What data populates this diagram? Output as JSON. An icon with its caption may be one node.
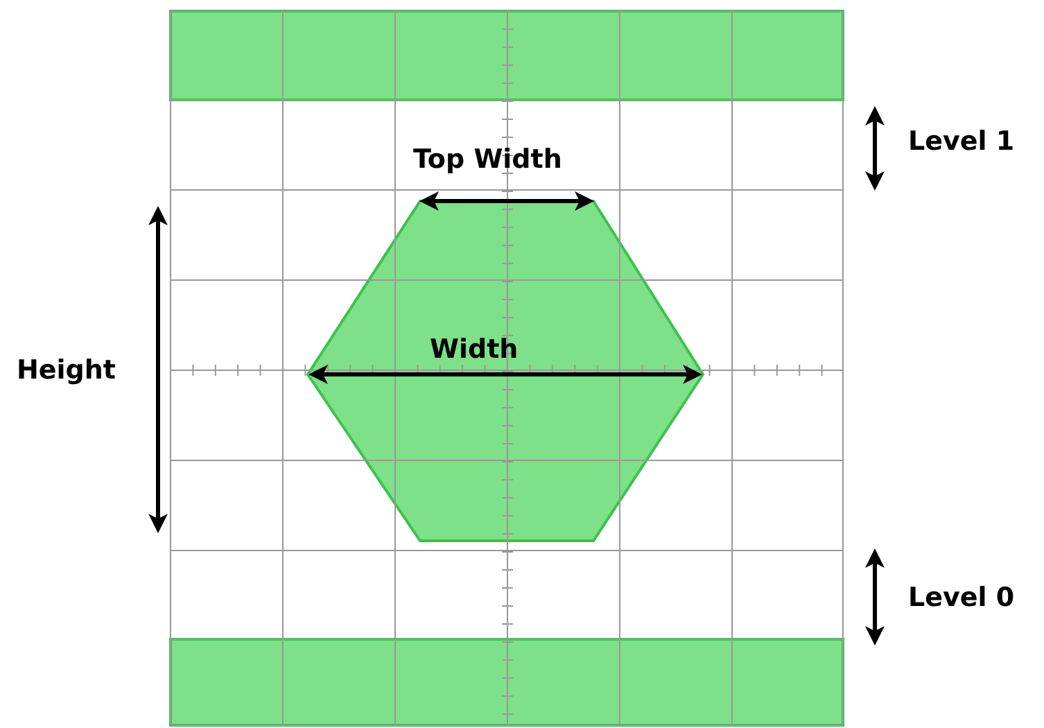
{
  "diagram": {
    "labels": [
      "Level 1",
      "Top Width",
      "Width",
      "Height",
      "Level 0"
    ]
  }
}
